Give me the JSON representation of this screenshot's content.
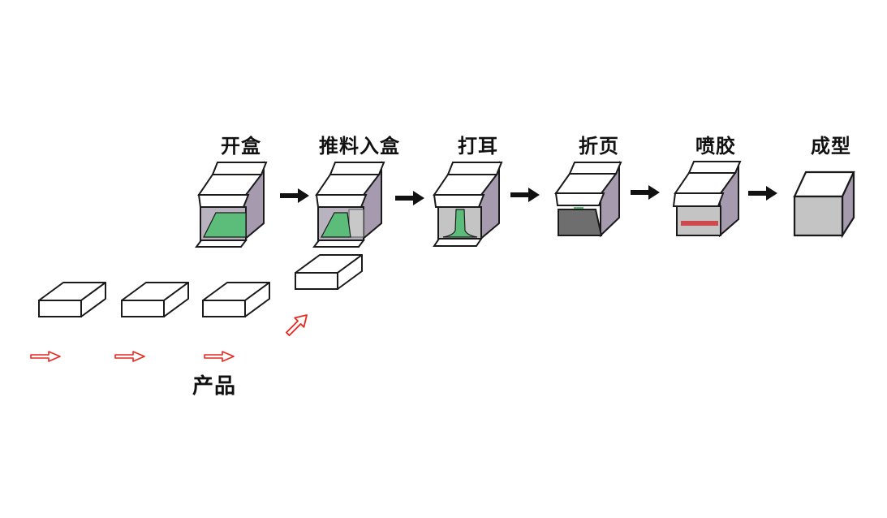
{
  "diagram": {
    "type": "process-flow",
    "description": "Box forming process: products pushed into an opened carton, then ears folded, flaps folded, glue sprayed, and the carton formed.",
    "steps": [
      {
        "id": "open-box",
        "label": "开盒",
        "fill": "#5cbd7b"
      },
      {
        "id": "push-into-box",
        "label": "推料入盒",
        "fill": "#5cbd7b"
      },
      {
        "id": "fold-ears",
        "label": "打耳",
        "fill": "#5cbd7b"
      },
      {
        "id": "fold-flaps",
        "label": "折页",
        "fill": "#6e6e6e"
      },
      {
        "id": "spray-glue",
        "label": "喷胶",
        "fill": "#cc4a4d"
      },
      {
        "id": "form-box",
        "label": "成型",
        "fill": "#c4c4c4"
      }
    ],
    "product_label": "产品",
    "product_count": 4,
    "colors": {
      "outline": "#1a1a1a",
      "side_panel": "#a59aae",
      "glue_green": "#5cbd7b",
      "glue_red": "#cc4a4d",
      "gray_face": "#c4c4c4",
      "dark_face": "#6e6e6e",
      "flow_arrow": "#111111",
      "product_arrow": "#e8291f"
    }
  }
}
